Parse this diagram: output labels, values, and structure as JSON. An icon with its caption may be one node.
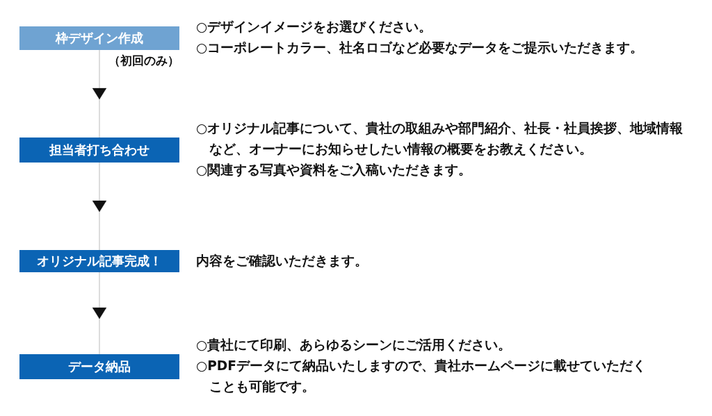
{
  "diagram": {
    "nodes": [
      {
        "text": [
          "枠デザイン作成"
        ],
        "beside": [
          "（初回のみ）",
          "○デザインイメージをお選びください。",
          "○コーポレートカラー、社名ロゴなど必要なデータをご提示いただきます。"
        ]
      },
      {
        "text": [
          "担当者打ち合わせ"
        ],
        "beside": [
          "○オリジナル記事について、貴社の取組みや部門紹介、社長・社員挨拶、地域情報など、オーナーにお知らせしたい情報の概要をお教えください。",
          "○関連する写真や資料をご入稿いただきます。"
        ]
      },
      {
        "text": [
          "オリジナル記事完成！"
        ],
        "beside": [
          "内容をご確認いただきます。"
        ]
      },
      {
        "text": [
          "データ納品"
        ],
        "beside": [
          "○貴社にて印刷、あらゆるシーンにご活用ください。",
          "○PDFデータにて納品いたしますので、貴社ホームページに載せていただくことも可能です。"
        ]
      }
    ],
    "edges": [
      {
        "from": 0,
        "to": 1,
        "arrow": "to"
      },
      {
        "from": 1,
        "to": 2,
        "arrow": "to"
      },
      {
        "from": 2,
        "to": 3,
        "arrow": "to"
      }
    ]
  }
}
